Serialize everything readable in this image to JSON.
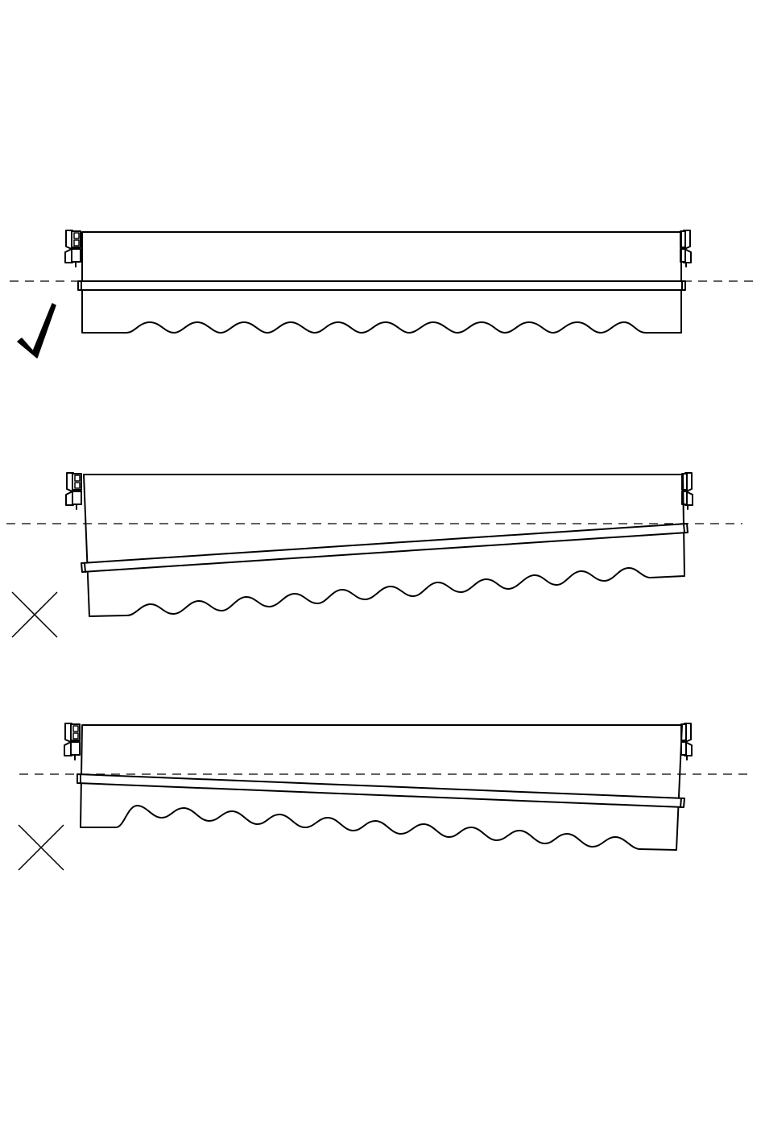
{
  "figure": {
    "type": "instruction-diagram",
    "stroke_color": "#000000",
    "background_color": "#ffffff",
    "panels": [
      {
        "id": "level-bar",
        "verdict": "correct",
        "verdict_icon": "check-mark-icon",
        "bar_tilt": "level"
      },
      {
        "id": "bar-low-left",
        "verdict": "incorrect",
        "verdict_icon": "cross-mark-icon",
        "bar_tilt": "left-end-low"
      },
      {
        "id": "bar-low-right",
        "verdict": "incorrect",
        "verdict_icon": "cross-mark-icon",
        "bar_tilt": "right-end-low"
      }
    ]
  }
}
